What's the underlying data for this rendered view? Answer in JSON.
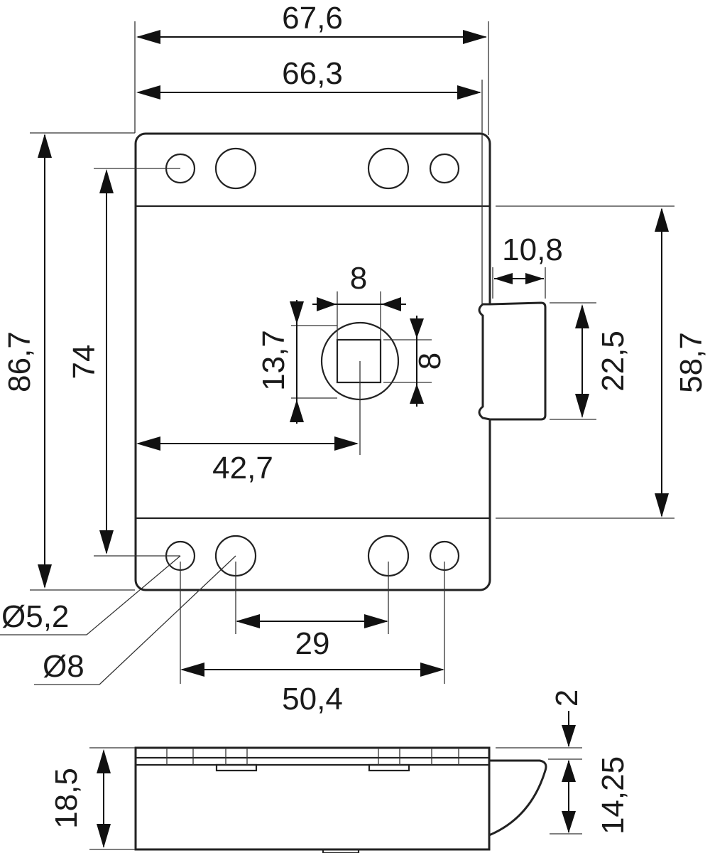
{
  "dimensions": {
    "overall_width": "67,6",
    "body_width": "66,3",
    "overall_height": "86,7",
    "hole_spacing_vertical": "74",
    "bolt_height": "58,7",
    "bolt_projection": "10,8",
    "bolt_width": "22,5",
    "spindle_square_horizontal": "8",
    "spindle_square_vertical": "8",
    "spindle_offset_vertical": "13,7",
    "spindle_offset_horizontal": "42,7",
    "hole_diameter_small": "Ø5,2",
    "hole_diameter_large": "Ø8",
    "large_hole_spacing": "29",
    "small_hole_spacing": "50,4",
    "cover_thickness": "2",
    "bolt_depth": "14,25",
    "overall_depth": "18,5"
  }
}
